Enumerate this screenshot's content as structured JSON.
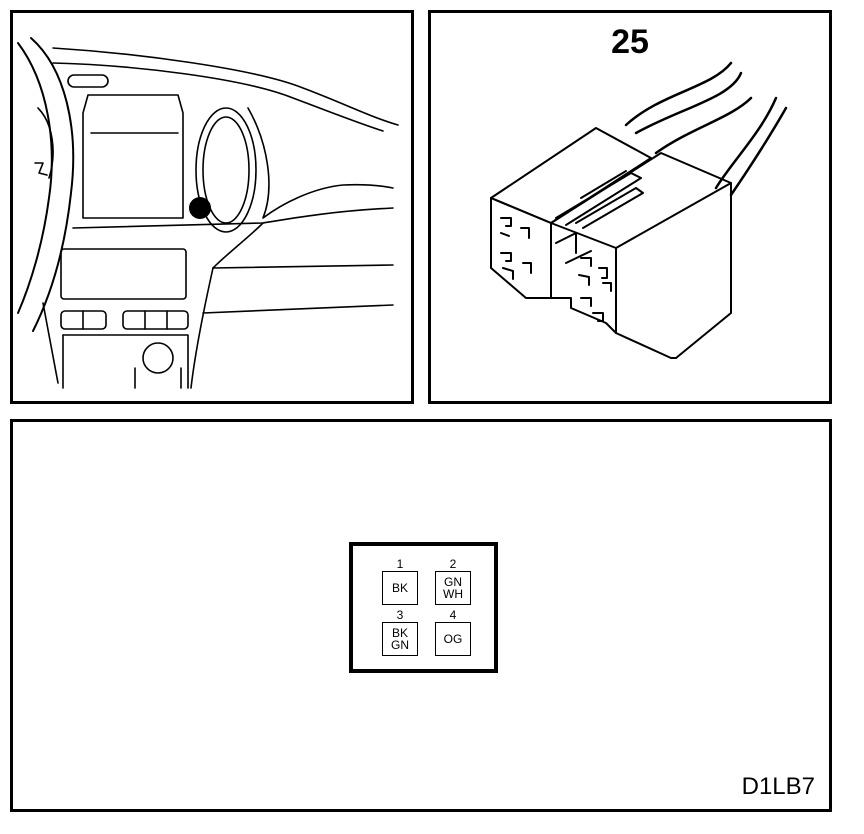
{
  "connector_view": {
    "number": "25"
  },
  "pin_view": {
    "code": "D1LB7",
    "pins": [
      {
        "number": "1",
        "colors": [
          "BK"
        ]
      },
      {
        "number": "2",
        "colors": [
          "GN",
          "WH"
        ]
      },
      {
        "number": "3",
        "colors": [
          "BK",
          "GN"
        ]
      },
      {
        "number": "4",
        "colors": [
          "OG"
        ]
      }
    ]
  }
}
